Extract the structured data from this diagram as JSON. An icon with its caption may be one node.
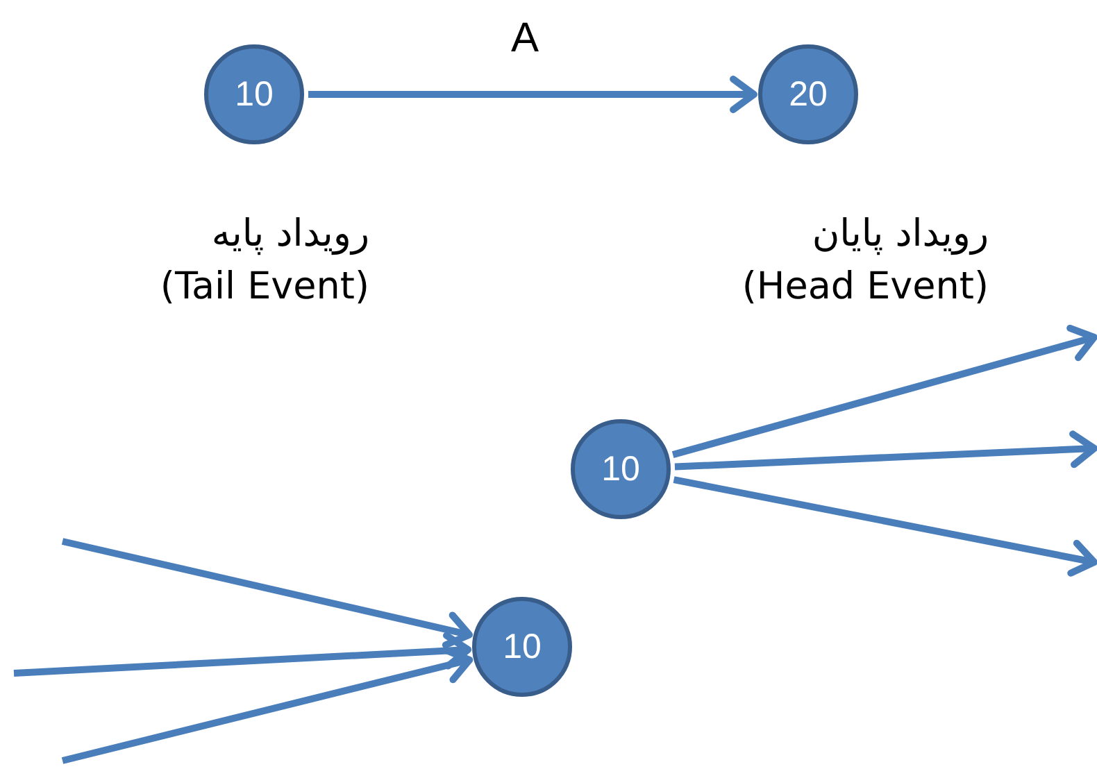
{
  "diagram": {
    "nodes": [
      {
        "text": [
          "10"
        ],
        "beside": [
          "رویداد پایه",
          "(Tail Event)"
        ]
      },
      {
        "text": [
          "20"
        ],
        "beside": [
          "رویداد پایان",
          "(Head Event)"
        ]
      },
      {
        "text": [
          "10"
        ]
      },
      {
        "text": [
          "10"
        ]
      }
    ],
    "edges": [
      {
        "from": 0,
        "to": 1,
        "arrow": "to",
        "label": "A"
      },
      {
        "from": 2,
        "to": null,
        "arrow": "to"
      },
      {
        "from": 2,
        "to": null,
        "arrow": "to"
      },
      {
        "from": 2,
        "to": null,
        "arrow": "to"
      },
      {
        "from": null,
        "to": 3,
        "arrow": "to"
      },
      {
        "from": null,
        "to": 3,
        "arrow": "to"
      },
      {
        "from": null,
        "to": 3,
        "arrow": "to"
      }
    ]
  }
}
